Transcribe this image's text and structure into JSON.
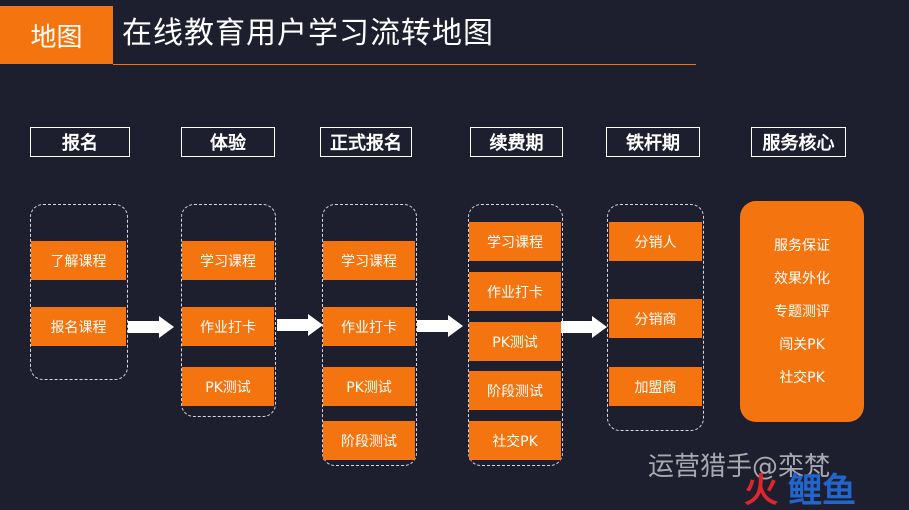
{
  "header": {
    "tag": "地图",
    "title": "在线教育用户学习流转地图"
  },
  "columns": [
    {
      "label": "报名",
      "cards": [
        "了解课程",
        "报名课程"
      ]
    },
    {
      "label": "体验",
      "cards": [
        "学习课程",
        "作业打卡",
        "PK测试"
      ]
    },
    {
      "label": "正式报名",
      "cards": [
        "学习课程",
        "作业打卡",
        "PK测试",
        "阶段测试"
      ]
    },
    {
      "label": "续费期",
      "cards": [
        "学习课程",
        "作业打卡",
        "PK测试",
        "阶段测试",
        "社交PK"
      ]
    },
    {
      "label": "铁杆期",
      "cards": [
        "分销人",
        "分销商",
        "加盟商"
      ]
    },
    {
      "label": "服务核心",
      "cards": [
        "服务保证",
        "效果外化",
        "专题测评",
        "闯关PK",
        "社交PK"
      ]
    }
  ],
  "watermark": "运营猎手@栾梵",
  "logo": "火鲤鱼",
  "colors": {
    "accent": "#f4750f",
    "background": "#1e1f2e",
    "logo_red": "#e0262b",
    "logo_blue": "#2266cc"
  }
}
